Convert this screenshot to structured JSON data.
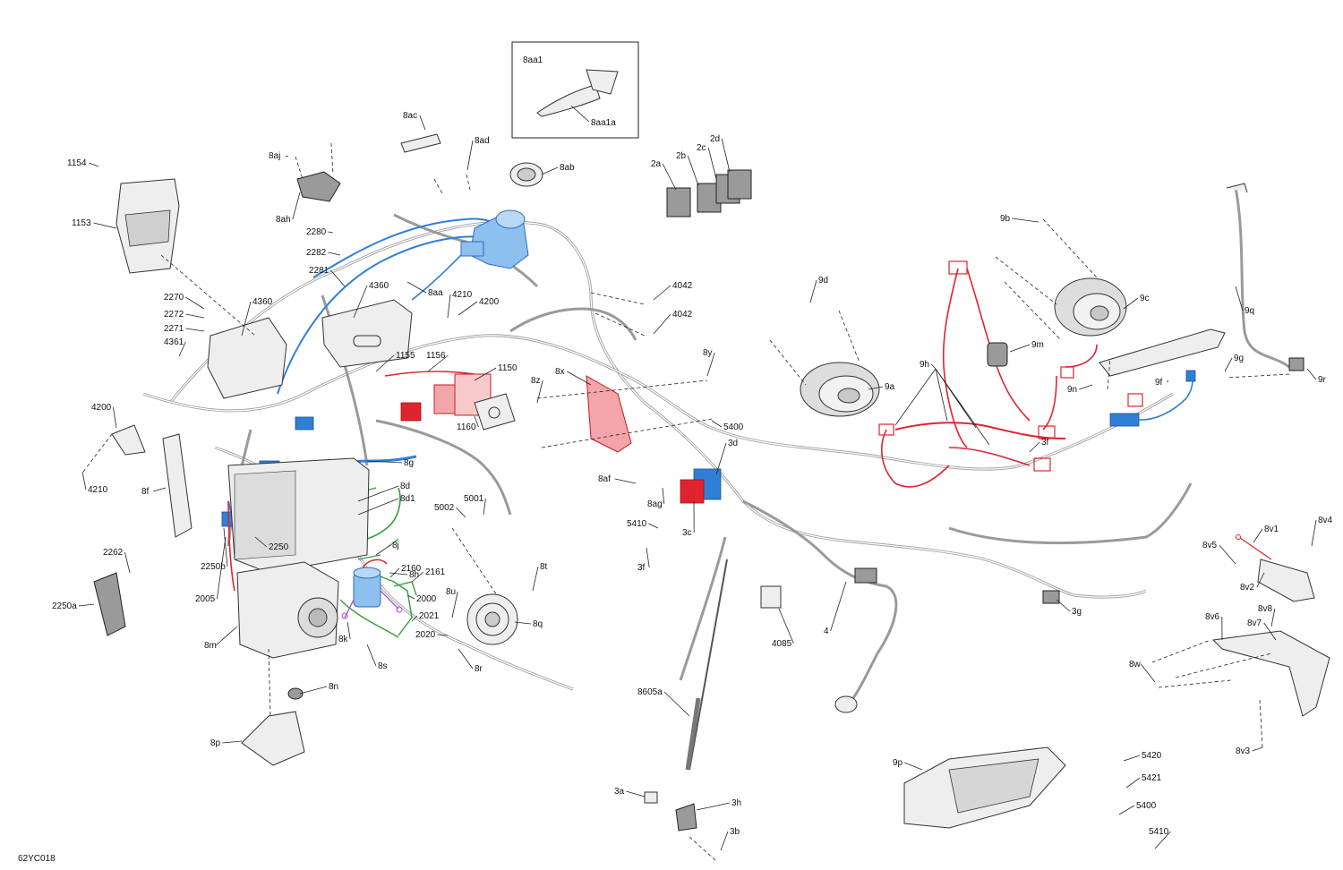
{
  "drawing_code": "62YC018",
  "inset": {
    "labels": [
      "8aa1",
      "8aa1a"
    ]
  },
  "callouts": [
    "1154",
    "1153",
    "8aj",
    "8ah",
    "2280",
    "2282",
    "2281",
    "8ac",
    "8ad",
    "8ab",
    "8aa",
    "4210",
    "4200",
    "2270",
    "2272",
    "2271",
    "4361",
    "4360",
    "4360",
    "1155",
    "1156",
    "1150",
    "1160",
    "4200",
    "4210",
    "8f",
    "8g",
    "8d",
    "8d1",
    "5002",
    "5001",
    "2262",
    "2250a",
    "2250b",
    "2250",
    "2005",
    "8m",
    "8n",
    "8p",
    "8j",
    "8h",
    "2160",
    "2161",
    "2000",
    "8k",
    "2021",
    "2020",
    "8s",
    "8u",
    "8r",
    "8t",
    "8q",
    "8z",
    "8x",
    "8y",
    "8af",
    "8ag",
    "5410",
    "3f",
    "3c",
    "3d",
    "5400",
    "8605a",
    "3a",
    "3h",
    "3b",
    "4085",
    "4",
    "2a",
    "2b",
    "2c",
    "2d",
    "4042",
    "4042",
    "9d",
    "9a",
    "9b",
    "9c",
    "9m",
    "9h",
    "9n",
    "9f",
    "9g",
    "9q",
    "9r",
    "3f",
    "3g",
    "8v1",
    "8v4",
    "8v5",
    "8v2",
    "8v8",
    "8v6",
    "8v7",
    "8w",
    "8v3",
    "9p",
    "5420",
    "5421",
    "5400",
    "5410"
  ],
  "colors": {
    "blue_harness": "#2f7fd6",
    "red_harness": "#e0242f",
    "green_bracket": "#33a03a",
    "purple_wire": "#b544d4",
    "line_gray": "#9a9a9a",
    "ink": "#222222"
  }
}
